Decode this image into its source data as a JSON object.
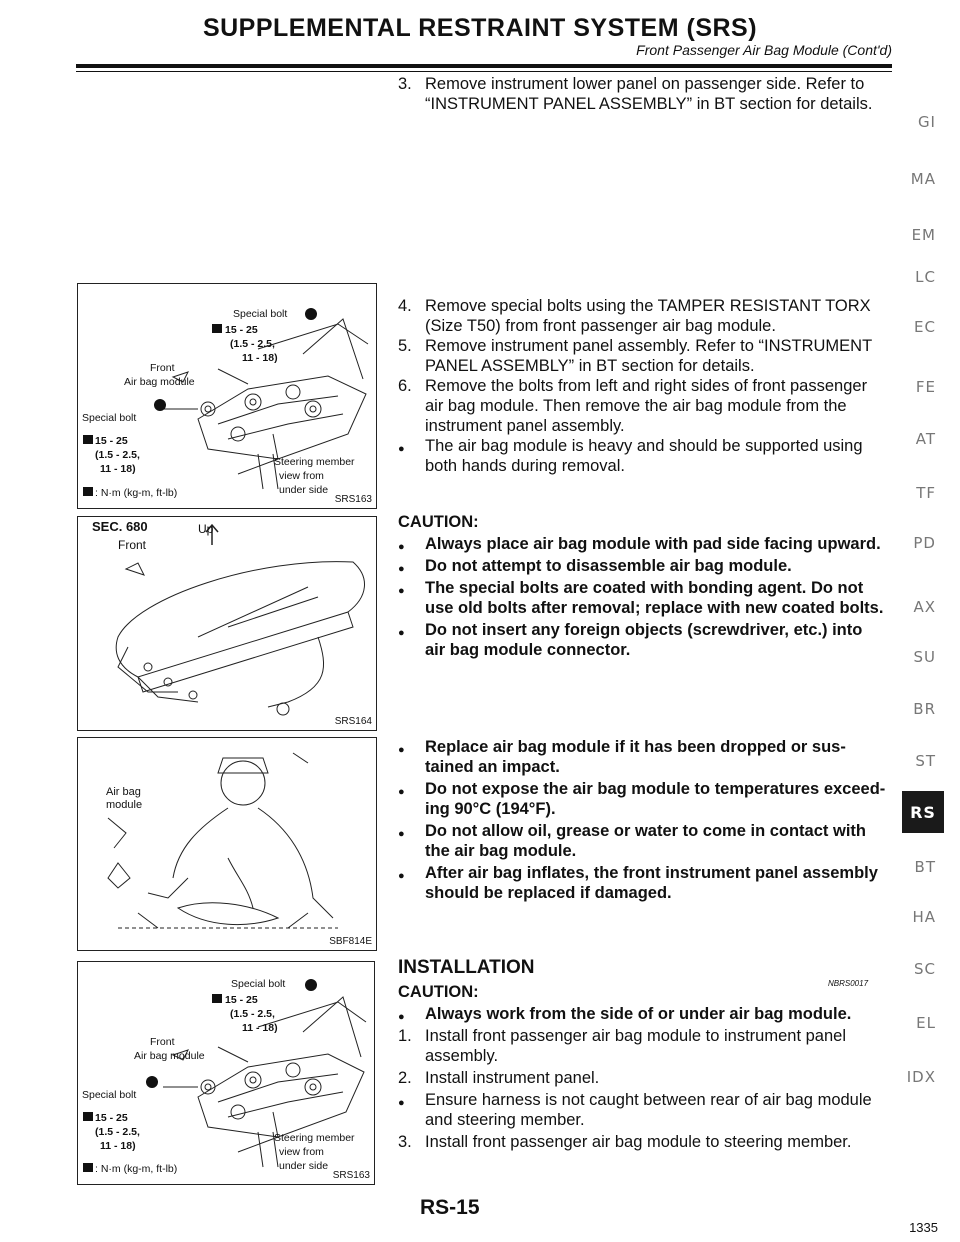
{
  "header": {
    "title": "SUPPLEMENTAL RESTRAINT SYSTEM (SRS)",
    "subtitle": "Front Passenger Air Bag Module (Cont'd)"
  },
  "section_top": {
    "step3_num": "3.",
    "step3_line1": "Remove instrument lower panel on passenger side. Refer to",
    "step3_line2": "“INSTRUMENT PANEL ASSEMBLY” in BT section for details."
  },
  "removal": {
    "items": [
      {
        "mark": "4.",
        "lines": [
          "Remove special bolts using the TAMPER RESISTANT TORX",
          "(Size T50) from front passenger air bag module."
        ]
      },
      {
        "mark": "5.",
        "lines": [
          "Remove instrument panel assembly. Refer to “INSTRUMENT",
          "PANEL ASSEMBLY” in BT section for details."
        ]
      },
      {
        "mark": "6.",
        "lines": [
          "Remove the bolts from left and right sides of front passenger",
          "air bag module. Then remove the air bag module from the",
          "instrument panel assembly."
        ]
      },
      {
        "mark": "●",
        "lines": [
          "The air bag module is heavy and should be supported using",
          "both hands during removal."
        ]
      }
    ]
  },
  "caution1": {
    "heading": "CAUTION:",
    "items": [
      {
        "lines": [
          "Always place air bag module with pad side facing upward."
        ]
      },
      {
        "lines": [
          "Do not attempt to disassemble air bag module."
        ]
      },
      {
        "lines": [
          "The special bolts are coated with bonding agent. Do not",
          "use old bolts after removal; replace with new coated bolts."
        ]
      },
      {
        "lines": [
          "Do not insert any foreign objects (screwdriver, etc.) into",
          "air bag module connector."
        ]
      }
    ]
  },
  "caution2": {
    "items": [
      {
        "lines": [
          "Replace air bag module if it has been dropped or sus-",
          "tained an impact."
        ]
      },
      {
        "lines": [
          "Do not expose the air bag module to temperatures exceed-",
          "ing 90°C (194°F)."
        ]
      },
      {
        "lines": [
          "Do not allow oil, grease or water to come in contact with",
          "the air bag module."
        ]
      },
      {
        "lines": [
          "After air bag inflates, the front instrument panel assembly",
          "should be replaced if damaged."
        ]
      }
    ]
  },
  "installation": {
    "heading": "INSTALLATION",
    "code": "NBRS0017",
    "caution_heading": "CAUTION:",
    "caution_bullet": "Always work from the side of or under air bag module.",
    "steps": [
      {
        "mark": "1.",
        "lines": [
          "Install front passenger air bag module to instrument panel",
          "assembly."
        ]
      },
      {
        "mark": "2.",
        "lines": [
          "Install instrument panel."
        ]
      },
      {
        "mark": "●",
        "lines": [
          "Ensure harness is not caught between rear of air bag module",
          "and steering member."
        ]
      },
      {
        "mark": "3.",
        "lines": [
          "Install front passenger air bag module to steering member."
        ]
      }
    ]
  },
  "figures": {
    "fig1": {
      "special_bolt_top": "Special bolt",
      "torque_top_1": "15 - 25",
      "torque_top_2": "(1.5 - 2.5,",
      "torque_top_3": "11 - 18)",
      "front": "Front",
      "airbag_module": "Air bag module",
      "special_bolt_left": "Special bolt",
      "torque_left_1": "15 - 25",
      "torque_left_2": "(1.5 - 2.5,",
      "torque_left_3": "11 - 18)",
      "steering_1": "Steering member",
      "steering_2": "view from",
      "steering_3": "under side",
      "units": ": N·m (kg-m, ft-lb)",
      "code": "SRS163"
    },
    "fig2": {
      "sec": "SEC. 680",
      "up": "Up",
      "front": "Front",
      "code": "SRS164"
    },
    "fig3": {
      "label1": "Air bag",
      "label2": "module",
      "code": "SBF814E"
    },
    "fig4": {
      "special_bolt_top": "Special bolt",
      "torque_top_1": "15 - 25",
      "torque_top_2": "(1.5 - 2.5,",
      "torque_top_3": "11 - 18)",
      "front": "Front",
      "airbag_module": "Air bag module",
      "special_bolt_left": "Special bolt",
      "torque_left_1": "15 - 25",
      "torque_left_2": "(1.5 - 2.5,",
      "torque_left_3": "11 - 18)",
      "steering_1": "Steering member",
      "steering_2": "view from",
      "steering_3": "under side",
      "units": ": N·m (kg-m, ft-lb)",
      "code": "SRS163"
    }
  },
  "side_tabs": [
    {
      "label": "GI"
    },
    {
      "label": "MA"
    },
    {
      "label": "EM"
    },
    {
      "label": "LC"
    },
    {
      "label": "EC"
    },
    {
      "label": "FE"
    },
    {
      "label": "AT"
    },
    {
      "label": "TF"
    },
    {
      "label": "PD"
    },
    {
      "label": "AX"
    },
    {
      "label": "SU"
    },
    {
      "label": "BR"
    },
    {
      "label": "ST"
    },
    {
      "label": "RS"
    },
    {
      "label": "BT"
    },
    {
      "label": "HA"
    },
    {
      "label": "SC"
    },
    {
      "label": "EL"
    },
    {
      "label": "IDX"
    }
  ],
  "footer": {
    "page": "RS-15",
    "corner": "1335"
  }
}
